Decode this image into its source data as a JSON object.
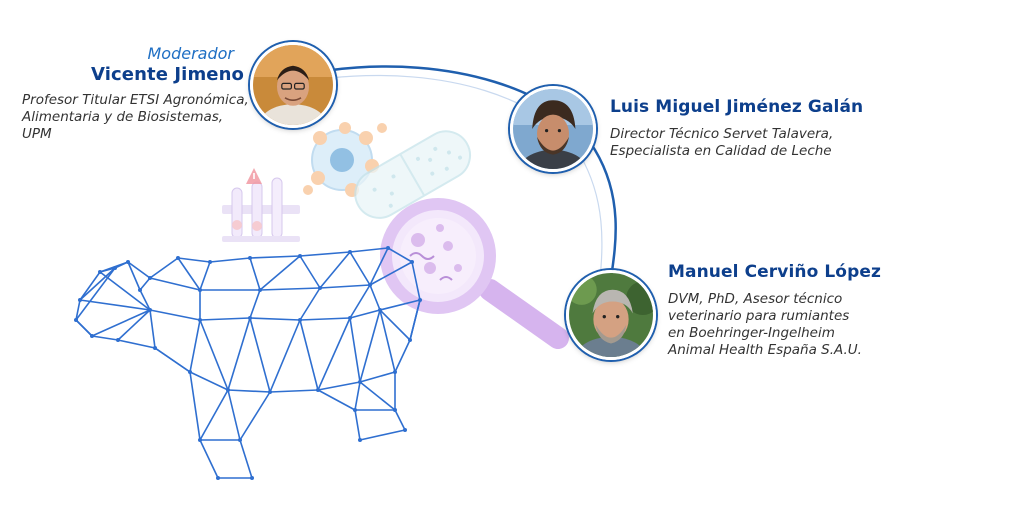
{
  "moderator": {
    "role": "Moderador",
    "name": "Vicente Jimeno",
    "description": [
      "Profesor Titular ETSI Agronómica,",
      "Alimentaria y de Biosistemas,",
      "UPM"
    ]
  },
  "speakers": [
    {
      "name": "Luis Miguel Jiménez Galán",
      "description": [
        "Director Técnico Servet Talavera,",
        "Especialista en Calidad de Leche"
      ]
    },
    {
      "name": "Manuel Cerviño López",
      "description": [
        "DVM, PhD, Asesor técnico",
        "veterinario para rumiantes",
        "en Boehringer-Ingelheim",
        "Animal Health España S.A.U."
      ]
    }
  ],
  "colors": {
    "accent": "#1f5fae",
    "name": "#0d3f8c",
    "role": "#1f6fc4",
    "wireframe": "#2f6fd0",
    "magnifier": "#d9b8ef"
  },
  "icons": [
    "cow-wireframe-icon",
    "magnifying-glass-icon",
    "pill-capsule-icon",
    "virus-cell-icon",
    "test-tube-rack-icon",
    "warning-flask-icon"
  ]
}
